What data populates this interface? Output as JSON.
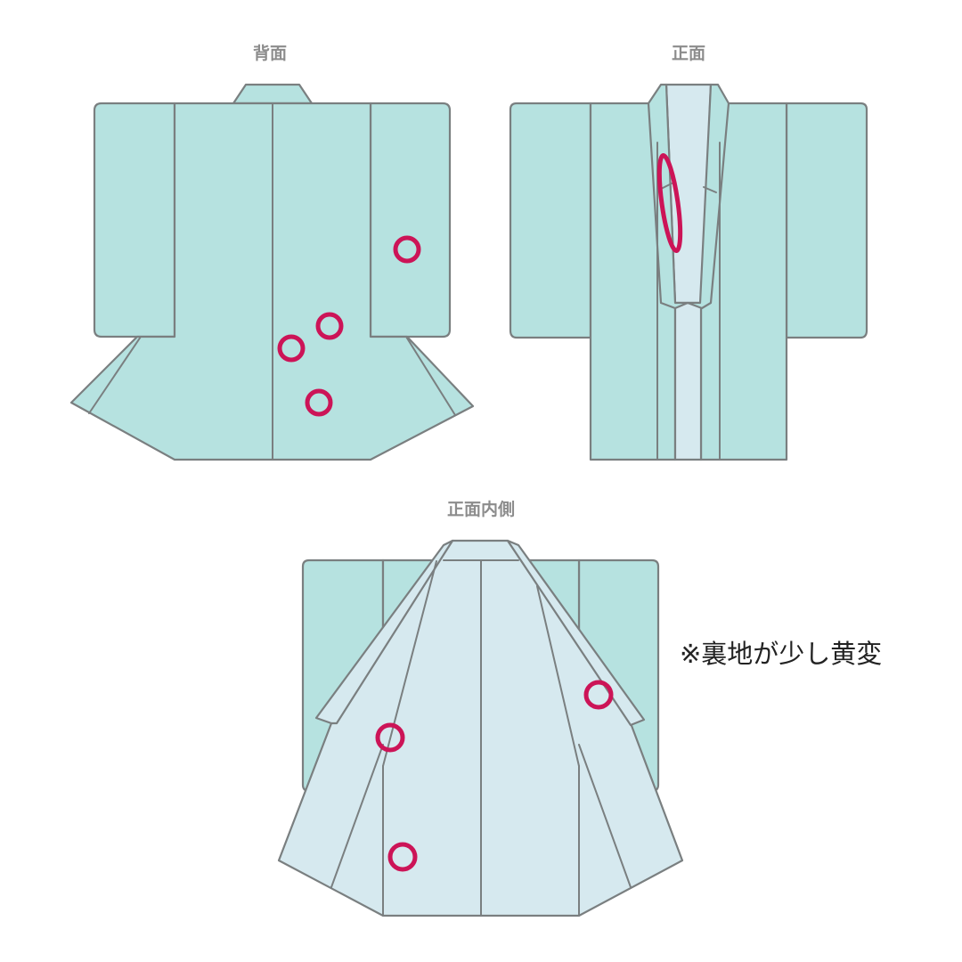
{
  "labels": {
    "back": "背面",
    "front": "正面",
    "front_inside": "正面内側"
  },
  "note": "※裏地が少し黄変",
  "colors": {
    "outer_fabric": "#b6e2e0",
    "lining": "#d6e9ef",
    "outline": "#7a7f80",
    "stain_marker": "#cc1457",
    "label_text": "#8c8c8c",
    "note_text": "#222222"
  },
  "markers": {
    "back_circles": 4,
    "front_ellipses": 1,
    "inside_circles": 3
  }
}
